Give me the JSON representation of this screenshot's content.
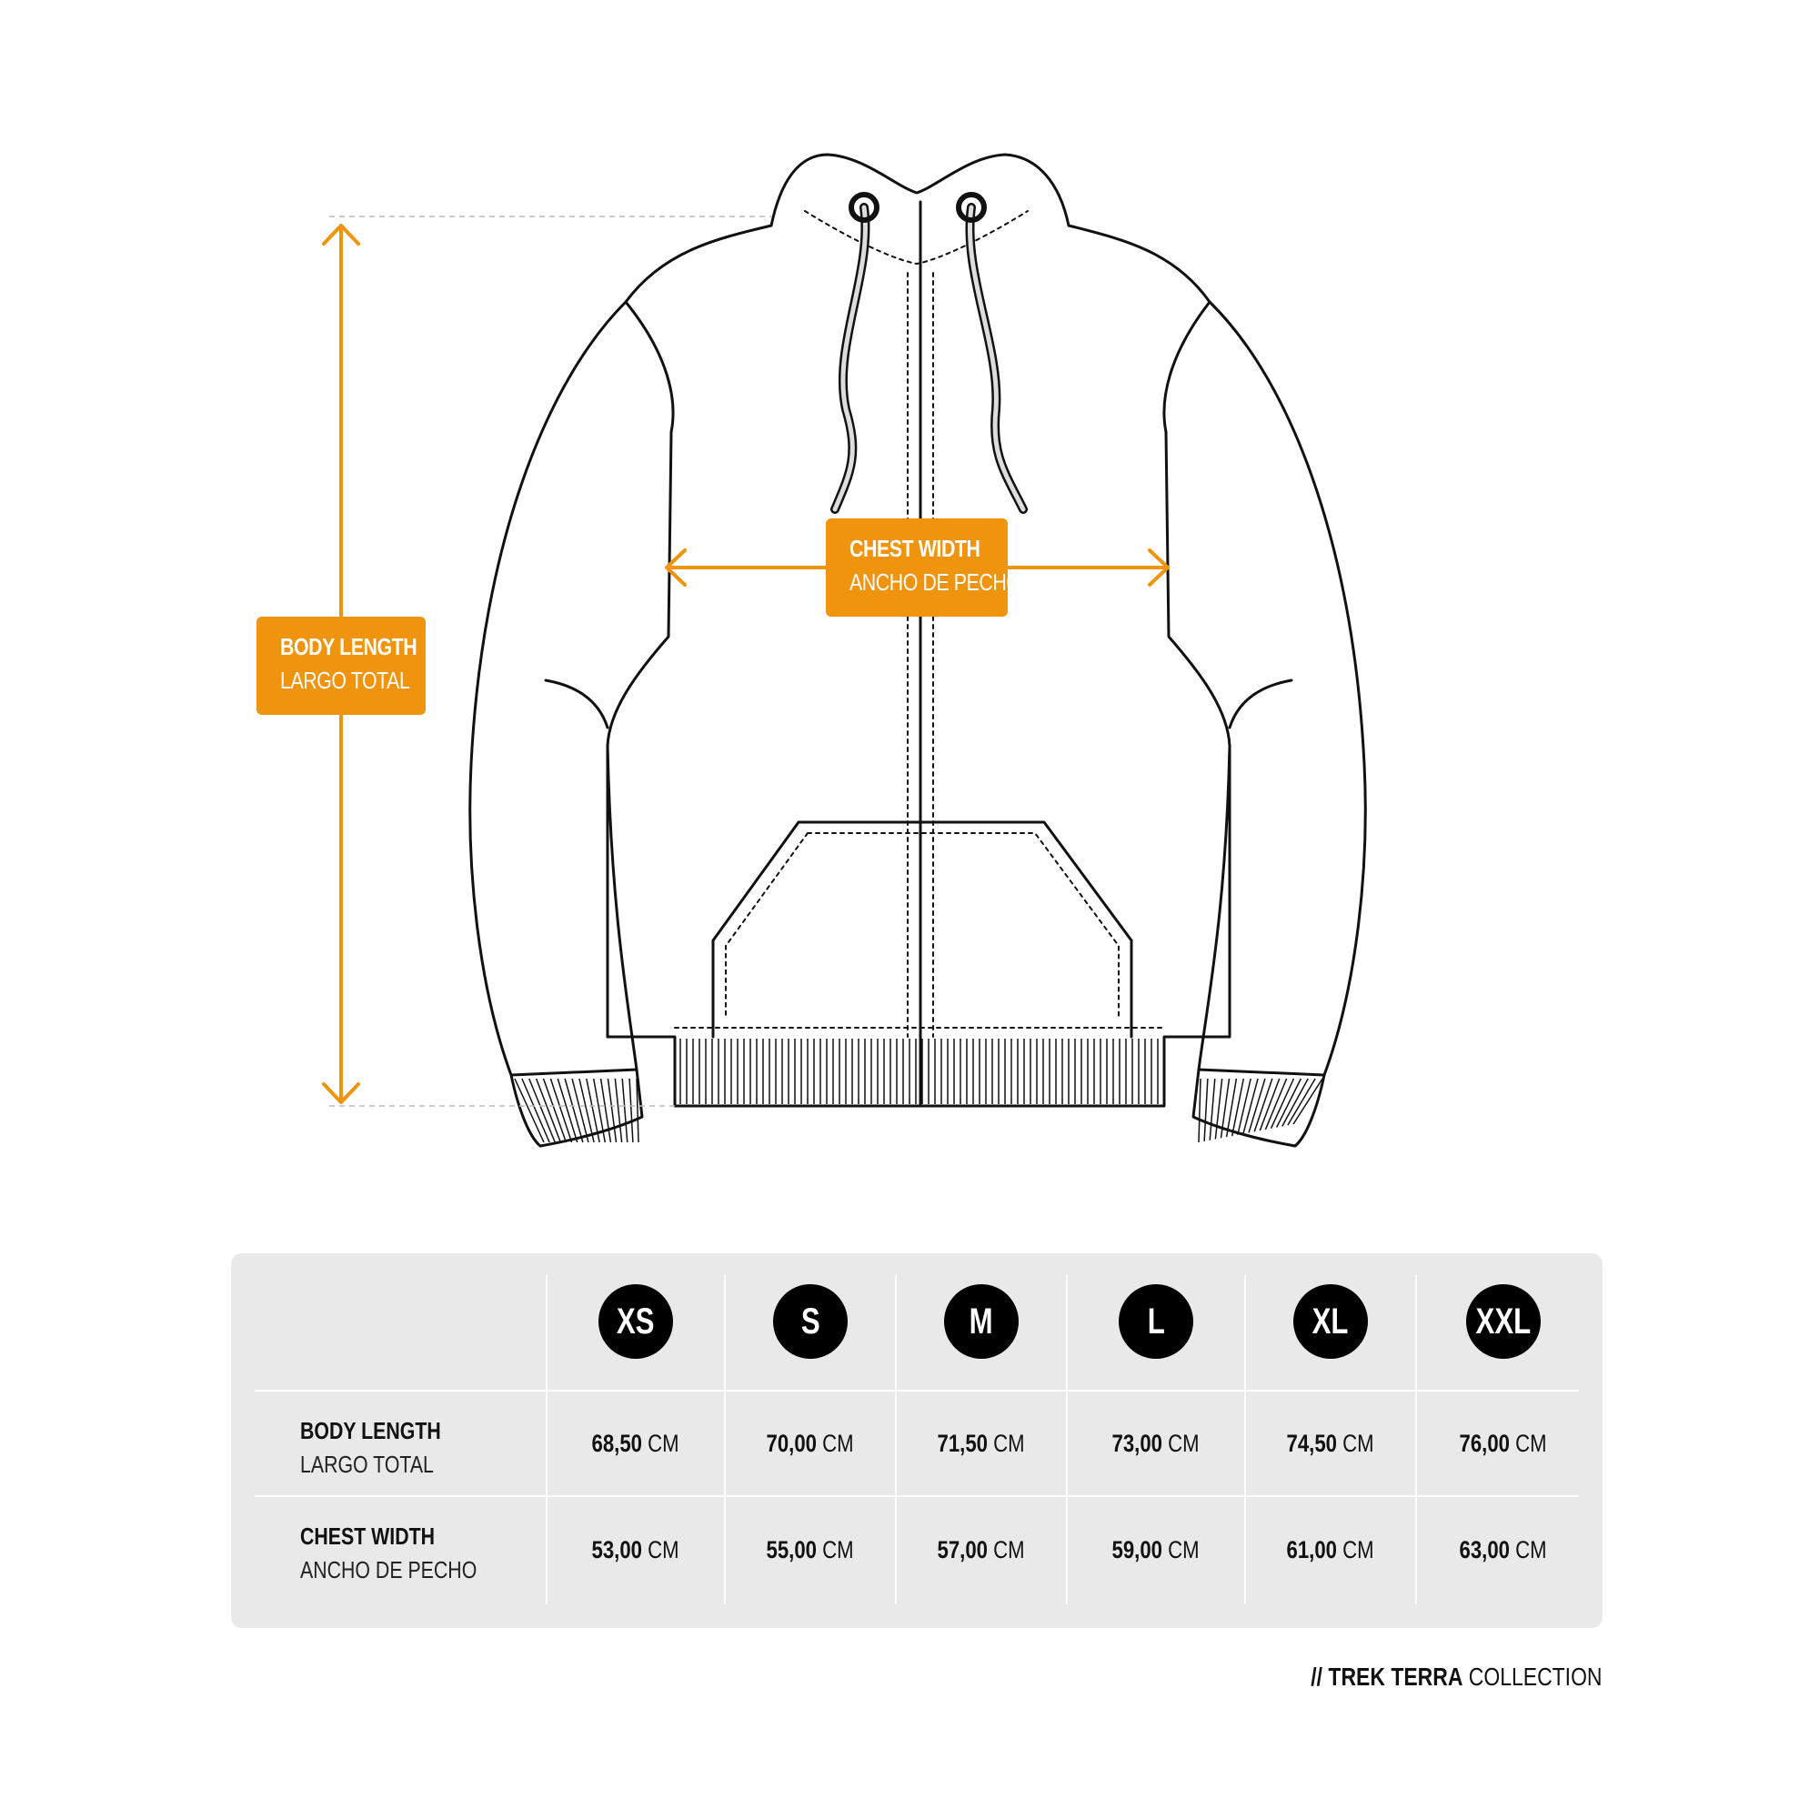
{
  "accent_color": "#f0930d",
  "labels": {
    "body_length": {
      "en": "BODY LENGTH",
      "es": "LARGO TOTAL"
    },
    "chest_width": {
      "en": "CHEST WIDTH",
      "es": "ANCHO DE PECHO"
    }
  },
  "table": {
    "unit": "CM",
    "sizes": [
      "XS",
      "S",
      "M",
      "L",
      "XL",
      "XXL"
    ],
    "rows": [
      {
        "en": "BODY LENGTH",
        "es": "LARGO TOTAL",
        "values": [
          "68,50",
          "70,00",
          "71,50",
          "73,00",
          "74,50",
          "76,00"
        ]
      },
      {
        "en": "CHEST WIDTH",
        "es": "ANCHO DE PECHO",
        "values": [
          "53,00",
          "55,00",
          "57,00",
          "59,00",
          "61,00",
          "63,00"
        ]
      }
    ]
  },
  "footer": {
    "prefix": "//",
    "brand": "TREK TERRA",
    "suffix": "COLLECTION"
  }
}
